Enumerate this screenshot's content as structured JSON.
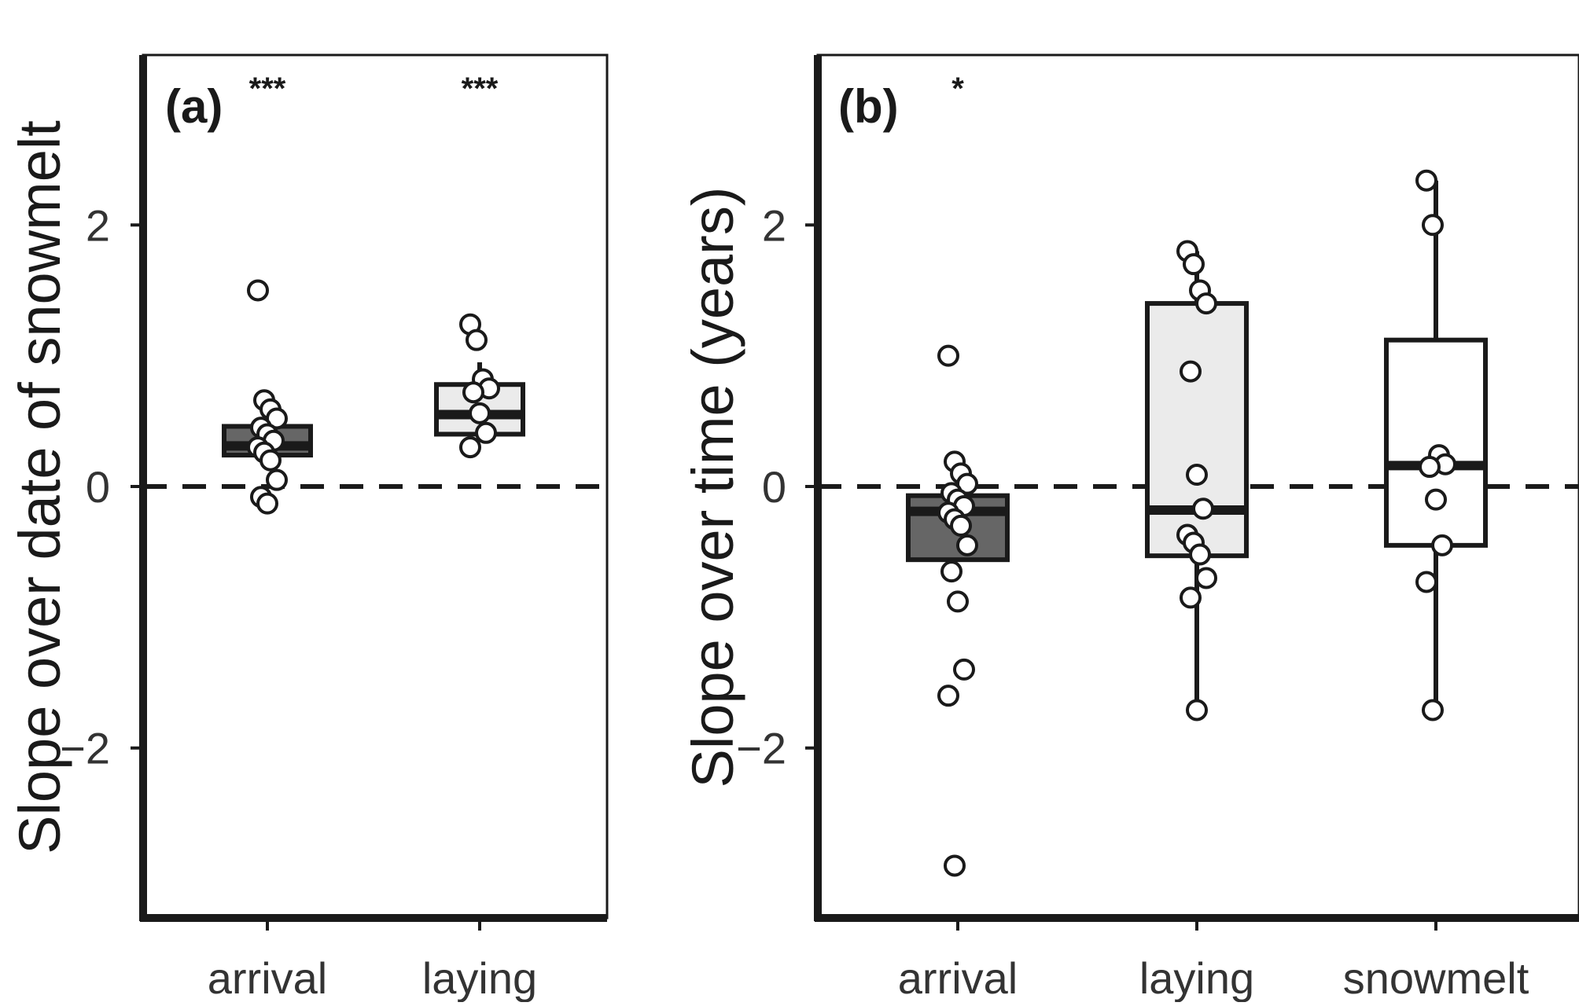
{
  "chart_data": [
    {
      "type": "box",
      "panel_label": "(a)",
      "ylabel": "Slope over date of snowmelt",
      "xlabel": "",
      "ylim": [
        -3.3,
        3.3
      ],
      "yticks": [
        -2,
        0,
        2
      ],
      "ytick_labels": [
        "−2",
        "0",
        "2"
      ],
      "reference_line": 0,
      "categories": [
        "arrival",
        "laying"
      ],
      "significance": [
        "***",
        "***"
      ],
      "box_fill": [
        "#666666",
        "#ebebeb"
      ],
      "boxes": [
        {
          "q1": 0.24,
          "median": 0.31,
          "q3": 0.46,
          "whisker_low": 0.2,
          "whisker_high": 0.46
        },
        {
          "q1": 0.4,
          "median": 0.55,
          "q3": 0.78,
          "whisker_low": 0.4,
          "whisker_high": 0.95
        }
      ],
      "points": [
        [
          1.5,
          0.66,
          0.59,
          0.52,
          0.45,
          0.4,
          0.35,
          0.3,
          0.26,
          0.2,
          0.05,
          -0.08,
          -0.13
        ],
        [
          1.24,
          1.12,
          0.82,
          0.75,
          0.72,
          0.56,
          0.41,
          0.3
        ]
      ]
    },
    {
      "type": "box",
      "panel_label": "(b)",
      "ylabel": "Slope over time (years)",
      "xlabel": "",
      "ylim": [
        -3.3,
        3.3
      ],
      "yticks": [
        -2,
        0,
        2
      ],
      "ytick_labels": [
        "−2",
        "0",
        "2"
      ],
      "reference_line": 0,
      "categories": [
        "arrival",
        "laying",
        "snowmelt"
      ],
      "significance": [
        "*",
        "",
        ""
      ],
      "box_fill": [
        "#666666",
        "#ebebeb",
        "#ffffff"
      ],
      "boxes": [
        {
          "q1": -0.56,
          "median": -0.19,
          "q3": -0.07,
          "whisker_low": -0.56,
          "whisker_high": -0.07
        },
        {
          "q1": -0.53,
          "median": -0.18,
          "q3": 1.4,
          "whisker_low": -1.71,
          "whisker_high": 1.8
        },
        {
          "q1": -0.45,
          "median": 0.16,
          "q3": 1.12,
          "whisker_low": -1.71,
          "whisker_high": 2.34
        }
      ],
      "points": [
        [
          1.0,
          0.19,
          0.1,
          0.02,
          -0.05,
          -0.1,
          -0.15,
          -0.2,
          -0.25,
          -0.3,
          -0.45,
          -0.65,
          -0.88,
          -1.4,
          -1.6,
          -2.9
        ],
        [
          1.8,
          1.7,
          1.5,
          1.4,
          0.88,
          0.09,
          -0.17,
          -0.37,
          -0.43,
          -0.52,
          -0.7,
          -0.85,
          -1.71
        ],
        [
          2.34,
          2.0,
          0.24,
          0.17,
          0.15,
          -0.1,
          -0.45,
          -0.73,
          -1.71
        ]
      ]
    }
  ]
}
